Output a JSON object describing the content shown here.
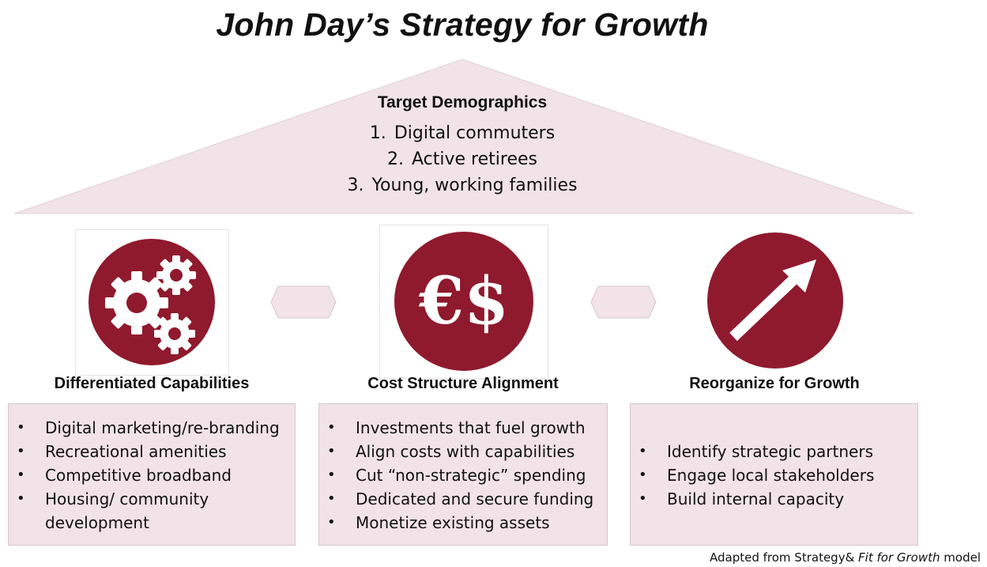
{
  "title": "John Day’s Strategy for Growth",
  "roof": {
    "heading": "Target Demographics",
    "items": [
      {
        "num": "1.",
        "text": "Digital commuters"
      },
      {
        "num": "2.",
        "text": "Active retirees"
      },
      {
        "num": "3.",
        "text": "Young, working families"
      }
    ]
  },
  "pillars": [
    {
      "title": "Differentiated Capabilities",
      "icon": "gears-icon",
      "bullets": [
        "Digital marketing/re-branding",
        "Recreational amenities",
        "Competitive broadband",
        "Housing/ community development"
      ]
    },
    {
      "title": "Cost Structure Alignment",
      "icon": "euro-dollar-icon",
      "icon_text": "€$",
      "bullets": [
        "Investments that fuel growth",
        "Align costs with capabilities",
        "Cut “non-strategic” spending",
        "Dedicated and secure funding",
        "Monetize existing assets"
      ]
    },
    {
      "title": "Reorganize for Growth",
      "icon": "growth-arrow-icon",
      "bullets": [
        "Identify strategic partners",
        "Engage local stakeholders",
        "Build internal capacity"
      ]
    }
  ],
  "footer": {
    "prefix": "Adapted from Strategy& ",
    "italic": "Fit for Growth",
    "suffix": " model"
  },
  "colors": {
    "accent": "#8f1a2d",
    "panel": "#f1e3e7"
  }
}
